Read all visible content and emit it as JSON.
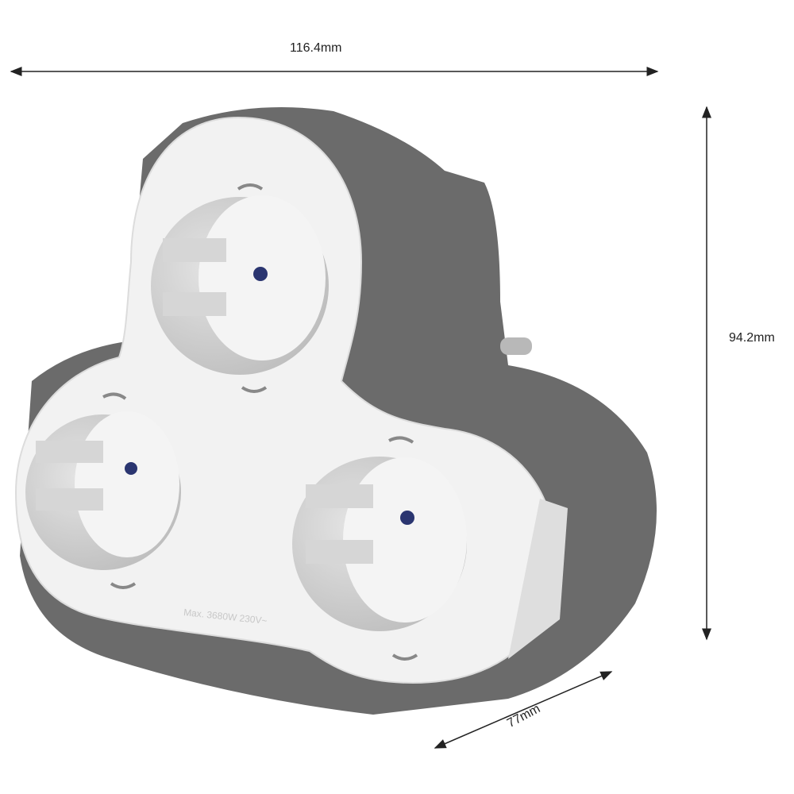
{
  "dimensions": {
    "width": "116.4mm",
    "height": "94.2mm",
    "depth": "77mm"
  },
  "product": {
    "rating_label": "Max. 3680W 230V~",
    "body_color": "#6b6b6b",
    "face_color": "#f2f2f2",
    "socket_count": 3
  }
}
